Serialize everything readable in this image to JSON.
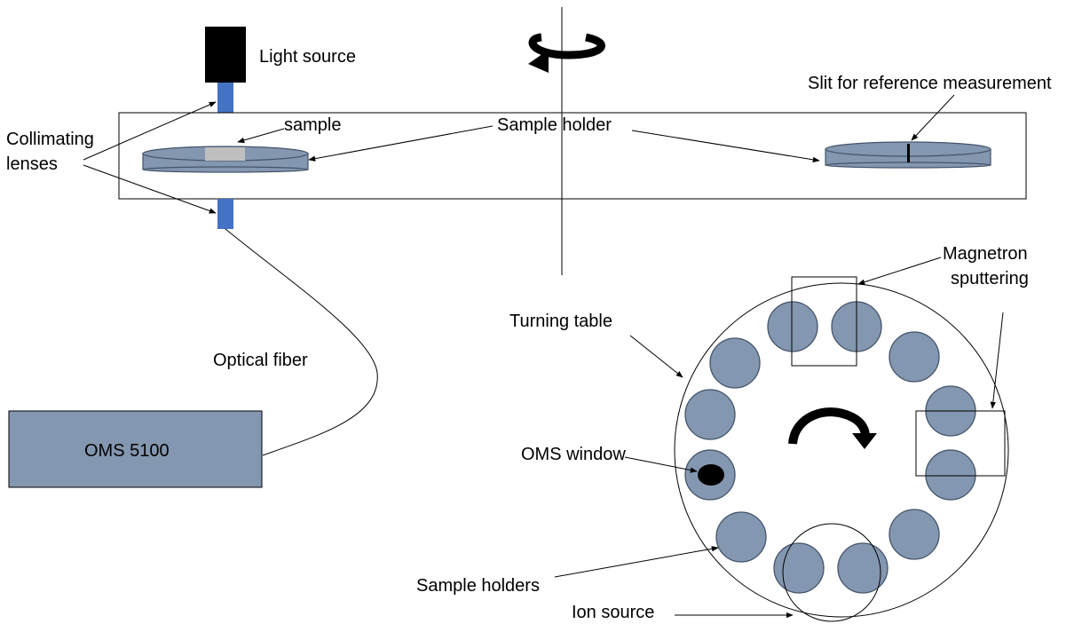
{
  "labels": {
    "light_source": "Light source",
    "collimating_lenses_line1": "Collimating",
    "collimating_lenses_line2": "lenses",
    "sample": "sample",
    "sample_holder": "Sample holder",
    "slit": "Slit for reference measurement",
    "optical_fiber": "Optical fiber",
    "oms": "OMS 5100",
    "turning_table": "Turning table",
    "magnetron_line1": "Magnetron",
    "magnetron_line2": "sputtering",
    "oms_window": "OMS window",
    "sample_holders": "Sample holders",
    "ion_source": "Ion source"
  },
  "colors": {
    "holder_fill": "#8497b0",
    "holder_stroke": "#44546a",
    "lens": "#4472c4",
    "light_source": "#000000",
    "sample": "#bfbfbf"
  },
  "icons": {
    "rotation_top": "counterclockwise-rotation-arrow-icon",
    "rotation_table": "clockwise-rotation-arrow-icon"
  }
}
